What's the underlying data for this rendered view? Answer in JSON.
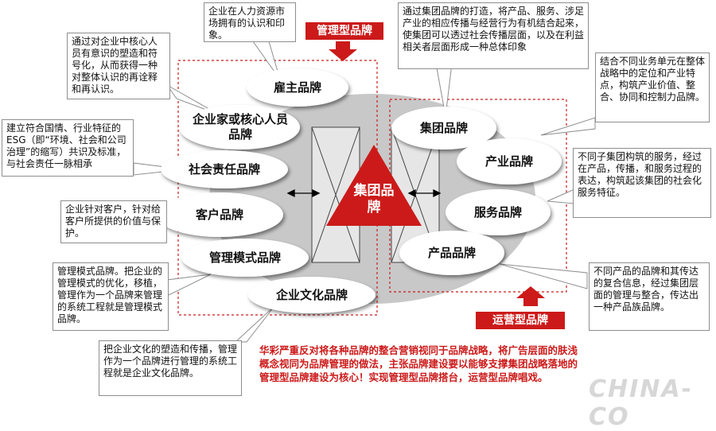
{
  "diagram": {
    "tags": {
      "management": "管理型品牌",
      "operation": "运营型品牌"
    },
    "core": "集团品牌",
    "left_ellipses": [
      "雇主品牌",
      "企业家或核心人员品牌",
      "社会责任品牌",
      "客户品牌",
      "管理模式品牌",
      "企业文化品牌"
    ],
    "right_ellipses": [
      "集团品牌",
      "产业品牌",
      "服务品牌",
      "产品品牌"
    ],
    "callouts": {
      "employer": "企业在人力资源市场拥有的认识和印象。",
      "core_person": "通过对企业中核心人员有意识的塑造和符号化，从而获得一种对整体认识的再诠释和再认识。",
      "social": "建立符合国情、行业特征的ESG（即“环境、社会和公司治理”的缩写）共识及标准，与社会责任一脉相承",
      "customer": "企业针对客户，针对给客户所提供的价值与保护。",
      "mgmt_mode": "管理模式品牌。把企业的管理模式的优化，移植，管理作为一个品牌来管理的系统工程就是管理模式品牌。",
      "culture": "把企业文化的塑造和传播，管理作为一个品牌进行管理的系统工程就是企业文化品牌。",
      "group": "通过集团品牌的打造，将产品、服务、涉足产业的相应传播与经营行为有机结合起来，使集团可以透过社会传播层面，以及在利益相关者层面形成一种总体印象",
      "industry": "结合不同业务单元在整体战略中的定位和产业特点，构筑产业价值、整合、协同和控制力品牌。",
      "service": "不同子集团构筑的服务，经过在产品，传播，和服务过程的表达，构筑起该集团的社会化服务特征。",
      "product": "不同产品的品牌和其传达的复合信息，经过集团层面的管理与整合，传达出一种产品族品牌。"
    },
    "summary": "华彩严重反对将各种品牌的整合营销视同于品牌战略，将广告层面的肤浅概念视同为品牌管理的做法，主张品牌建设要以能够支撑集团战略落地的管理型品牌建设为核心！实现管理型品牌搭台，运营型品牌唱戏。",
    "watermark": "CHINA-CO",
    "colors": {
      "accent_red": "#cc1a1a",
      "ellipse_fill": "#ffffff",
      "hub_grey": "#c8c8c8",
      "callout_border": "#8e8e8e"
    }
  }
}
